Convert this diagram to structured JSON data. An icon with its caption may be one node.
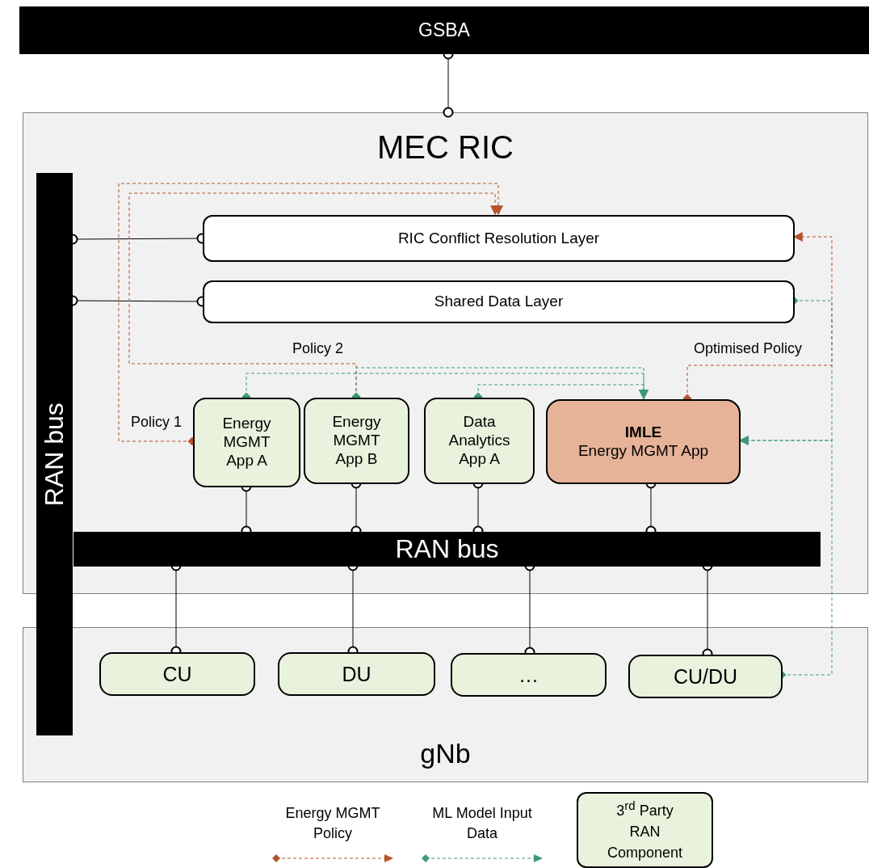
{
  "diagram": {
    "nodes": [
      {
        "text": [
          "GSBA"
        ]
      },
      {
        "text": [
          "MEC RIC"
        ]
      },
      {
        "text": [
          "RAN bus"
        ]
      },
      {
        "text": [
          "RIC Conflict Resolution Layer"
        ],
        "in": 1
      },
      {
        "text": [
          "Shared Data Layer"
        ],
        "in": 1
      },
      {
        "text": [
          "Energy MGMT App A"
        ],
        "in": 1
      },
      {
        "text": [
          "Energy MGMT App B"
        ],
        "in": 1
      },
      {
        "text": [
          "Data Analytics App A"
        ],
        "in": 1
      },
      {
        "text": [
          "IMLE",
          "Energy MGMT App"
        ],
        "in": 1
      },
      {
        "text": [
          "RAN bus"
        ],
        "in": 1
      },
      {
        "text": [
          "gNb"
        ]
      },
      {
        "text": [
          "CU"
        ],
        "in": 10
      },
      {
        "text": [
          "DU"
        ],
        "in": 10
      },
      {
        "text": [
          "…"
        ],
        "in": 10
      },
      {
        "text": [
          "CU/DU"
        ],
        "in": 10
      }
    ],
    "edges": [
      {
        "from": 0,
        "to": 1,
        "arrow": "other"
      },
      {
        "from": 2,
        "to": 3,
        "arrow": "other"
      },
      {
        "from": 2,
        "to": 4,
        "arrow": "other"
      },
      {
        "from": 5,
        "to": 9,
        "arrow": "other"
      },
      {
        "from": 6,
        "to": 9,
        "arrow": "other"
      },
      {
        "from": 7,
        "to": 9,
        "arrow": "other"
      },
      {
        "from": 8,
        "to": 9,
        "arrow": "other"
      },
      {
        "from": 9,
        "to": 11,
        "arrow": "other"
      },
      {
        "from": 9,
        "to": 12,
        "arrow": "other"
      },
      {
        "from": 9,
        "to": 13,
        "arrow": "other"
      },
      {
        "from": 9,
        "to": 14,
        "arrow": "other"
      },
      {
        "from": 5,
        "to": 3,
        "arrow": "to",
        "label": "Policy 1",
        "style": "dashed",
        "color": "#b5532a"
      },
      {
        "from": 6,
        "to": 3,
        "arrow": "to",
        "label": "Policy 2",
        "style": "dashed",
        "color": "#b5532a"
      },
      {
        "from": 8,
        "to": 3,
        "arrow": "to",
        "label": "Optimised Policy",
        "style": "dashed",
        "color": "#b5532a"
      },
      {
        "from": 5,
        "to": 8,
        "arrow": "to",
        "style": "dashed",
        "color": "#3d9a77"
      },
      {
        "from": 6,
        "to": 8,
        "arrow": "to",
        "style": "dashed",
        "color": "#3d9a77"
      },
      {
        "from": 7,
        "to": 8,
        "arrow": "to",
        "style": "dashed",
        "color": "#3d9a77"
      },
      {
        "from": 4,
        "to": 8,
        "arrow": "to",
        "style": "dashed",
        "color": "#3d9a77"
      },
      {
        "from": 14,
        "to": 8,
        "arrow": "to",
        "style": "dashed",
        "color": "#3d9a77"
      }
    ],
    "legend": [
      {
        "text": "Energy MGMT Policy"
      },
      {
        "text": "ML Model Input Data"
      },
      {
        "text": "3$^{rd}$ Party RAN Component",
        "color": "#e9f2dc"
      }
    ]
  }
}
